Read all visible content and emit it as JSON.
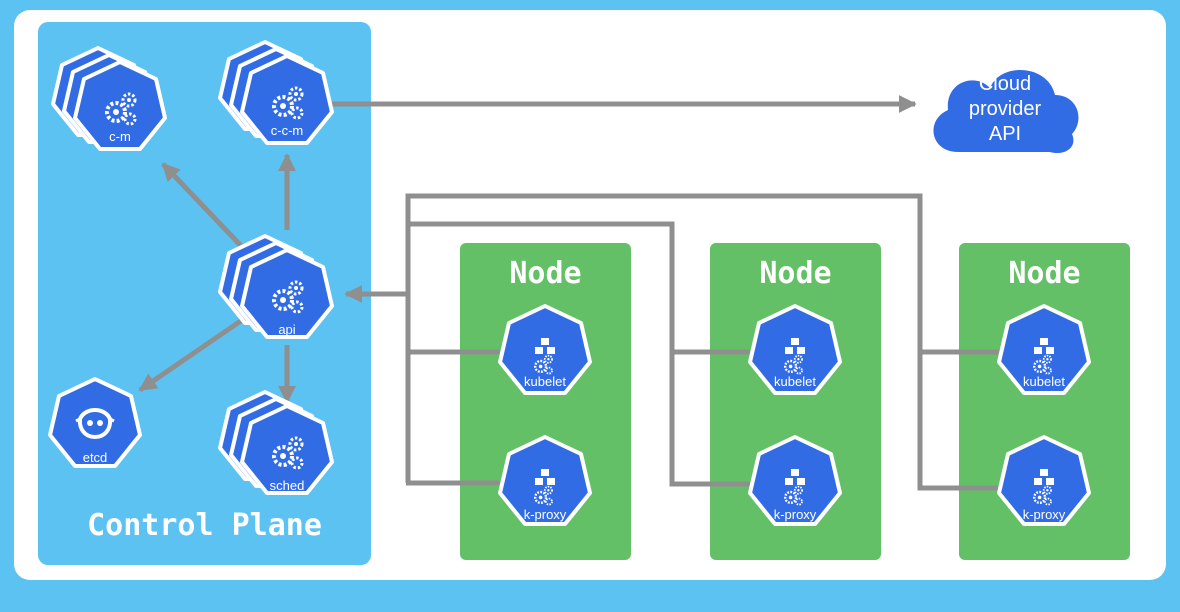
{
  "control_plane": {
    "title": "Control Plane",
    "components": {
      "cm": "c-m",
      "ccm": "c-c-m",
      "api": "api",
      "etcd": "etcd",
      "sched": "sched"
    }
  },
  "cloud": {
    "line1": "Cloud",
    "line2": "provider",
    "line3": "API"
  },
  "nodes": [
    {
      "title": "Node",
      "kubelet": "kubelet",
      "kproxy": "k-proxy"
    },
    {
      "title": "Node",
      "kubelet": "kubelet",
      "kproxy": "k-proxy"
    },
    {
      "title": "Node",
      "kubelet": "kubelet",
      "kproxy": "k-proxy"
    }
  ],
  "colors": {
    "background": "#5bc2f1",
    "node_panel": "#64c066",
    "k8s_blue": "#326ce5",
    "connector": "#8f8f8f"
  }
}
